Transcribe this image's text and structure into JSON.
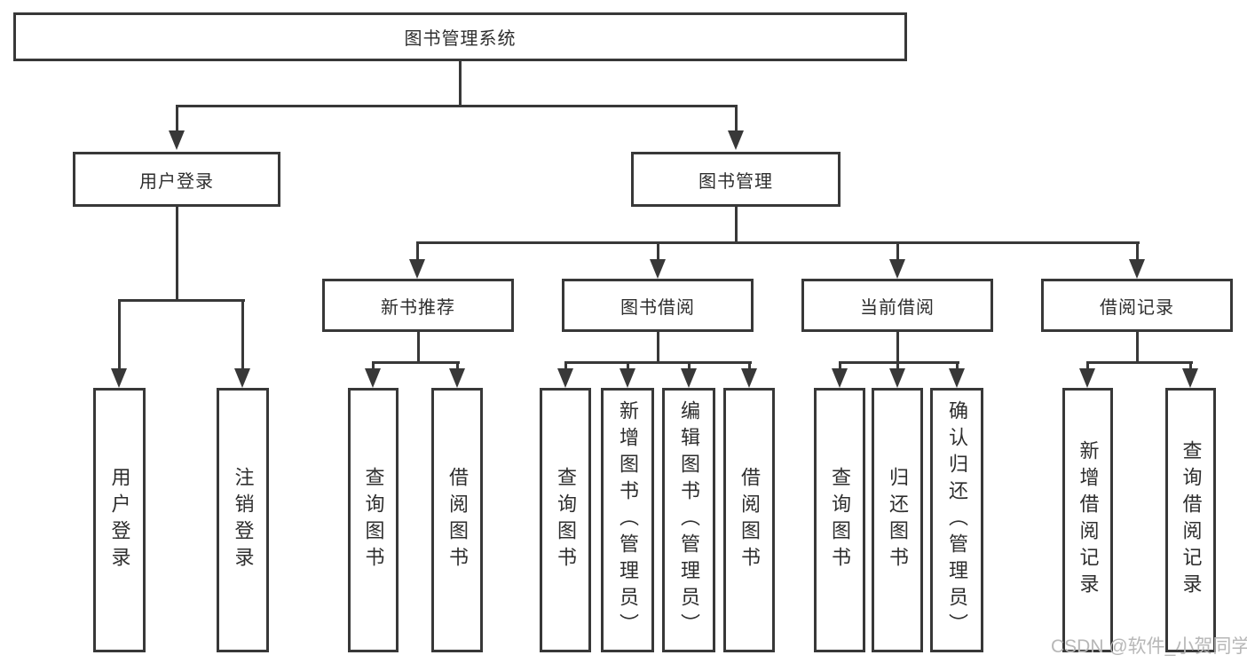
{
  "nodes": {
    "root": "图书管理系统",
    "user_login": "用户登录",
    "book_mgmt": "图书管理",
    "new_book": "新书推荐",
    "book_borrow": "图书借阅",
    "current_borrow": "当前借阅",
    "borrow_record": "借阅记录",
    "leaves": {
      "login_1": "用户登录",
      "login_2": "注销登录",
      "newbook_1": "查询图书",
      "newbook_2": "借阅图书",
      "borrow_1": "查询图书",
      "borrow_2": "新增图书（管理员）",
      "borrow_3": "编辑图书（管理员）",
      "borrow_4": "借阅图书",
      "current_1": "查询图书",
      "current_2": "归还图书",
      "current_3": "确认归还（管理员）",
      "record_1": "新增借阅记录",
      "record_2": "查询借阅记录"
    }
  },
  "watermark": "CSDN @软件_小贺同学",
  "colors": {
    "line": "#383838",
    "text": "#2e2e2e",
    "box_background": "#ffffff",
    "watermark": "#b7b7b7"
  }
}
